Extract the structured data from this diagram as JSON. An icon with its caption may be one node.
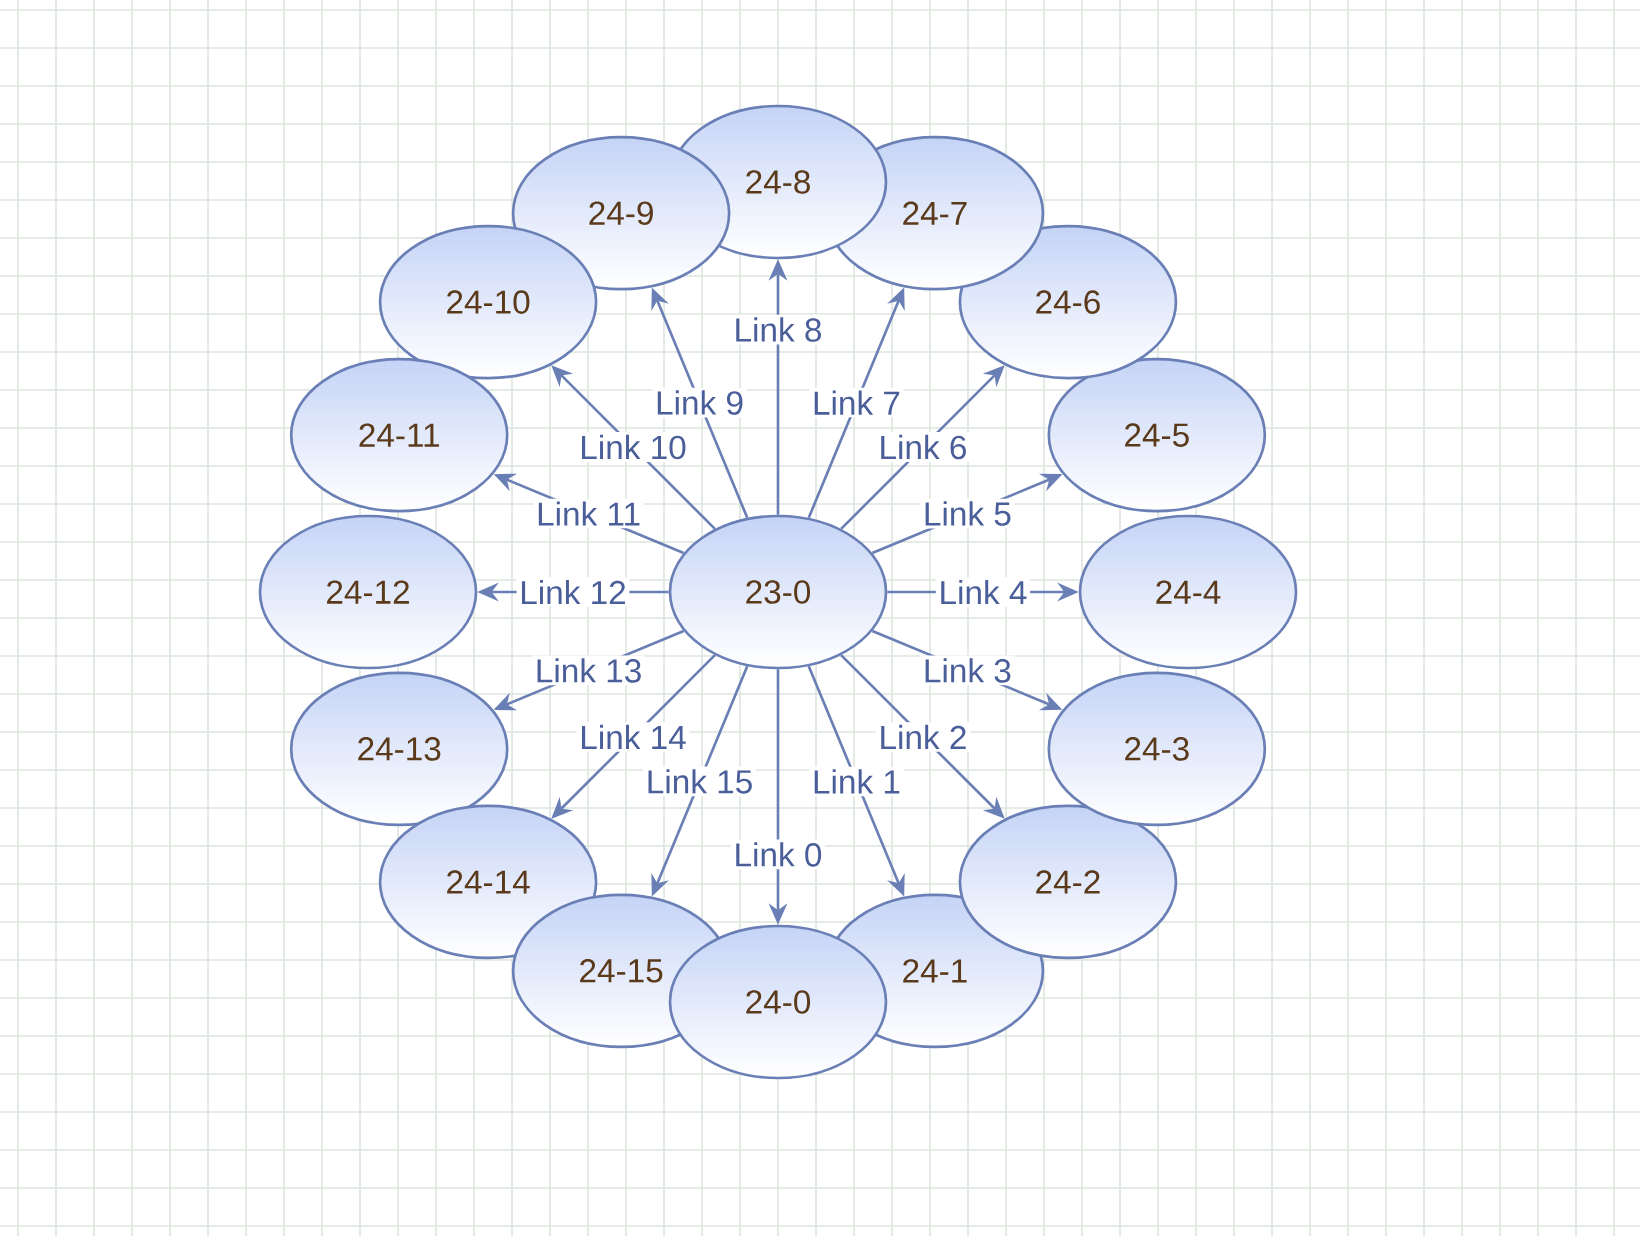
{
  "diagram": {
    "nodes": [
      {
        "text": [
          "23-0"
        ]
      },
      {
        "text": [
          "24-0"
        ]
      },
      {
        "text": [
          "24-1"
        ]
      },
      {
        "text": [
          "24-2"
        ]
      },
      {
        "text": [
          "24-3"
        ]
      },
      {
        "text": [
          "24-4"
        ]
      },
      {
        "text": [
          "24-5"
        ]
      },
      {
        "text": [
          "24-6"
        ]
      },
      {
        "text": [
          "24-7"
        ]
      },
      {
        "text": [
          "24-8"
        ]
      },
      {
        "text": [
          "24-9"
        ]
      },
      {
        "text": [
          "24-10"
        ]
      },
      {
        "text": [
          "24-11"
        ]
      },
      {
        "text": [
          "24-12"
        ]
      },
      {
        "text": [
          "24-13"
        ]
      },
      {
        "text": [
          "24-14"
        ]
      },
      {
        "text": [
          "24-15"
        ]
      }
    ],
    "edges": [
      {
        "from": 0,
        "to": 1,
        "arrow": "to",
        "label": "Link 0"
      },
      {
        "from": 0,
        "to": 2,
        "arrow": "to",
        "label": "Link 1"
      },
      {
        "from": 0,
        "to": 3,
        "arrow": "to",
        "label": "Link 2"
      },
      {
        "from": 0,
        "to": 4,
        "arrow": "to",
        "label": "Link 3"
      },
      {
        "from": 0,
        "to": 5,
        "arrow": "to",
        "label": "Link 4"
      },
      {
        "from": 0,
        "to": 6,
        "arrow": "to",
        "label": "Link 5"
      },
      {
        "from": 0,
        "to": 7,
        "arrow": "to",
        "label": "Link 6"
      },
      {
        "from": 0,
        "to": 8,
        "arrow": "to",
        "label": "Link 7"
      },
      {
        "from": 0,
        "to": 9,
        "arrow": "to",
        "label": "Link 8"
      },
      {
        "from": 0,
        "to": 10,
        "arrow": "to",
        "label": "Link 9"
      },
      {
        "from": 0,
        "to": 11,
        "arrow": "to",
        "label": "Link 10"
      },
      {
        "from": 0,
        "to": 12,
        "arrow": "to",
        "label": "Link 11"
      },
      {
        "from": 0,
        "to": 13,
        "arrow": "to",
        "label": "Link 12"
      },
      {
        "from": 0,
        "to": 14,
        "arrow": "to",
        "label": "Link 13"
      },
      {
        "from": 0,
        "to": 15,
        "arrow": "to",
        "label": "Link 14"
      },
      {
        "from": 0,
        "to": 16,
        "arrow": "to",
        "label": "Link 15"
      }
    ]
  }
}
